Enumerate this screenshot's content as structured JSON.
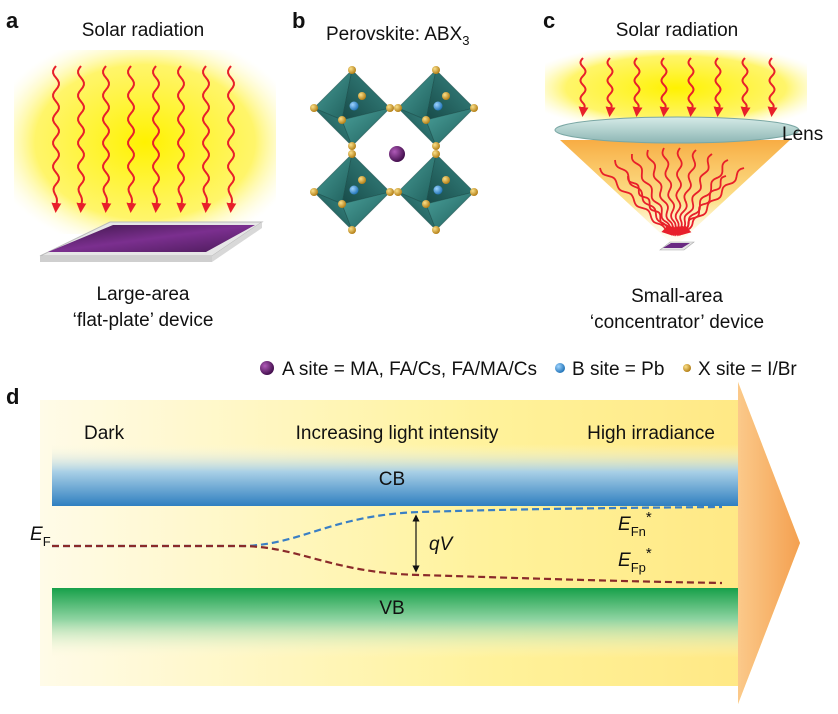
{
  "panels": {
    "a": {
      "letter": "a",
      "title": "Solar radiation",
      "caption_line1": "Large-area",
      "caption_line2": "‘flat-plate’ device"
    },
    "b": {
      "letter": "b",
      "title_prefix": "Perovskite: ABX",
      "title_sub": "3"
    },
    "c": {
      "letter": "c",
      "title": "Solar radiation",
      "lens_label": "Lens",
      "caption_line1": "Small-area",
      "caption_line2": "‘concentrator’ device"
    },
    "d": {
      "letter": "d",
      "label_dark": "Dark",
      "label_mid": "Increasing light intensity",
      "label_high": "High irradiance",
      "cb_label": "CB",
      "vb_label": "VB",
      "ef_main": "E",
      "ef_sub": "F",
      "efn_main": "E",
      "efn_sub": "Fn",
      "efn_sup": "*",
      "efp_main": "E",
      "efp_sub": "Fp",
      "efp_sup": "*",
      "qv_label": "qV"
    }
  },
  "legend": {
    "a_site": "A site = MA, FA/Cs, FA/MA/Cs",
    "b_site": "B site = Pb",
    "x_site": "X site = I/Br"
  },
  "colors": {
    "radiation": "#e8202a",
    "glow": "#fff200",
    "device": "#6a2a82",
    "octahedron": "#2e7b78",
    "a_atom": "#5c1566",
    "b_atom": "#2a8fd6",
    "x_atom": "#d4a020",
    "cb": "#3d8fc8",
    "vb": "#1fa84a",
    "efn_line": "#3a7fc4",
    "efp_line": "#8a2a2a",
    "arrow": "#f5a55a"
  }
}
